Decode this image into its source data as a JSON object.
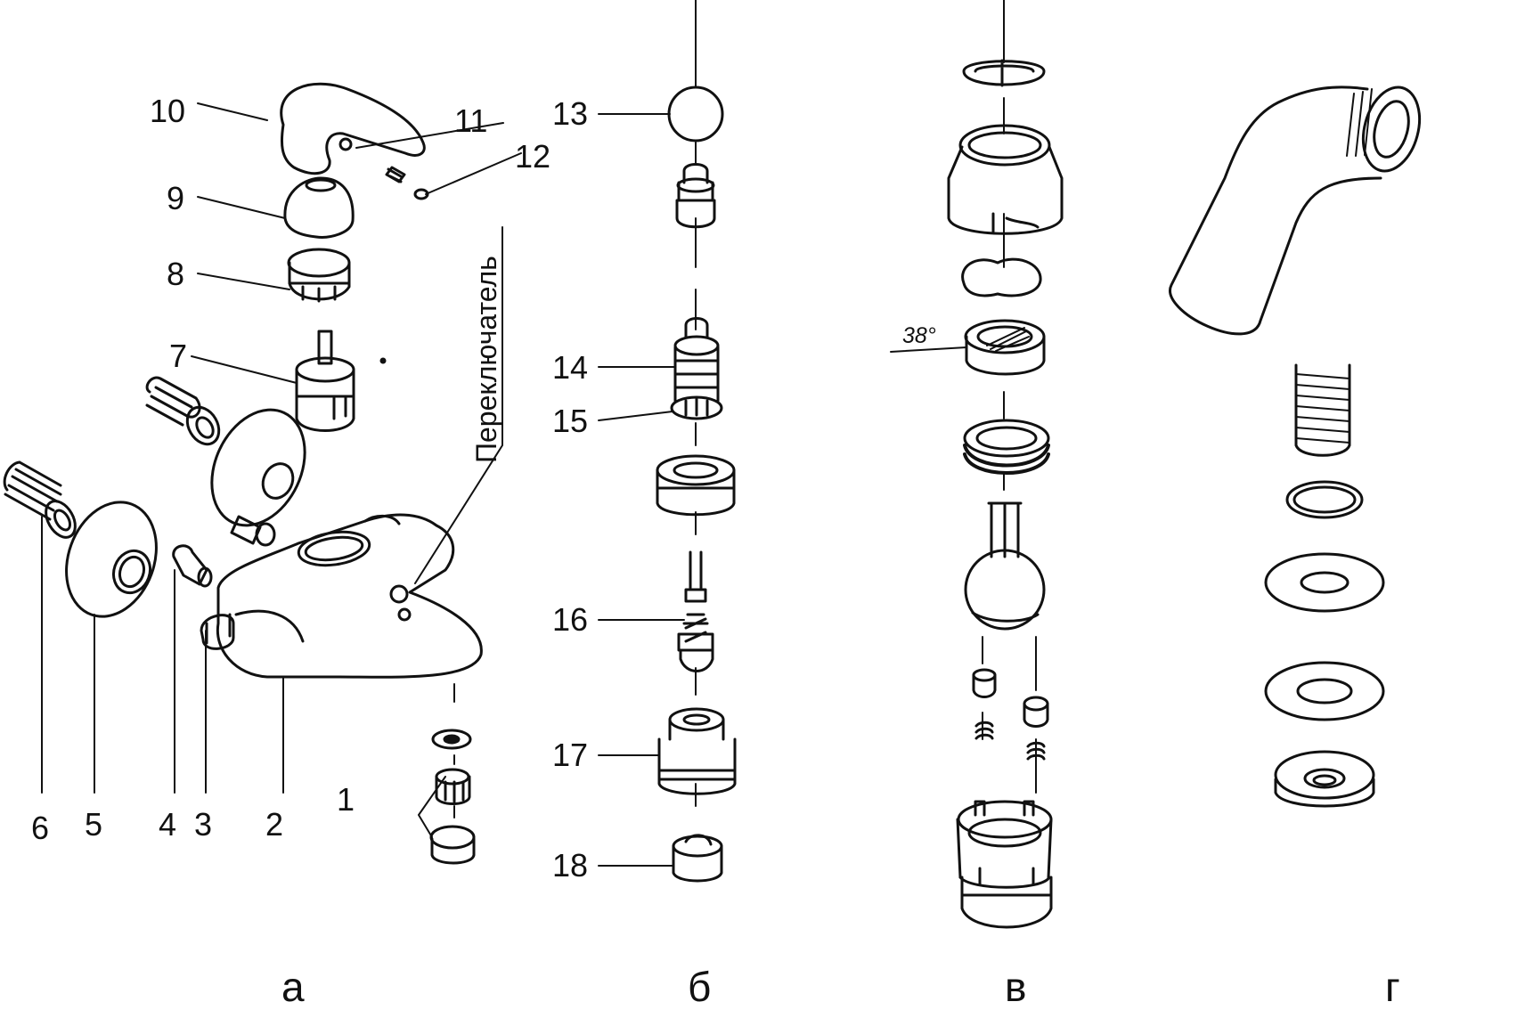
{
  "diagram": {
    "part_numbers": [
      "1",
      "2",
      "3",
      "4",
      "5",
      "6",
      "7",
      "8",
      "9",
      "10",
      "11",
      "12",
      "13",
      "14",
      "15",
      "16",
      "17",
      "18"
    ],
    "switch_label": "Переключатель",
    "angle_label": "38°",
    "panel_captions": [
      "а",
      "б",
      "в",
      "г"
    ]
  },
  "colors": {
    "ink": "#111111",
    "paper": "#ffffff"
  }
}
